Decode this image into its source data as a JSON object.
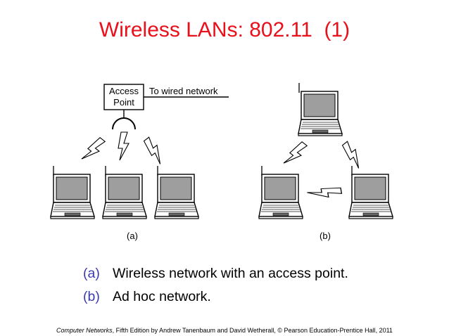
{
  "title": "Wireless LANs: 802.11  (1)",
  "figure": {
    "access_point_label_line1": "Access",
    "access_point_label_line2": "Point",
    "wired_network_label": "To wired network",
    "caption_a": "(a)",
    "caption_b": "(b)"
  },
  "bullets": [
    {
      "marker": "(a)",
      "text": "Wireless network with an access point."
    },
    {
      "marker": "(b)",
      "text": "Ad hoc network."
    }
  ],
  "footer": {
    "book_title": "Computer Networks",
    "rest": ", Fifth Edition by Andrew Tanenbaum and David Wetherall, © Pearson Education-Prentice Hall, 2011"
  },
  "colors": {
    "title": "#e8101a",
    "bullet_marker": "#3b3bb0"
  }
}
